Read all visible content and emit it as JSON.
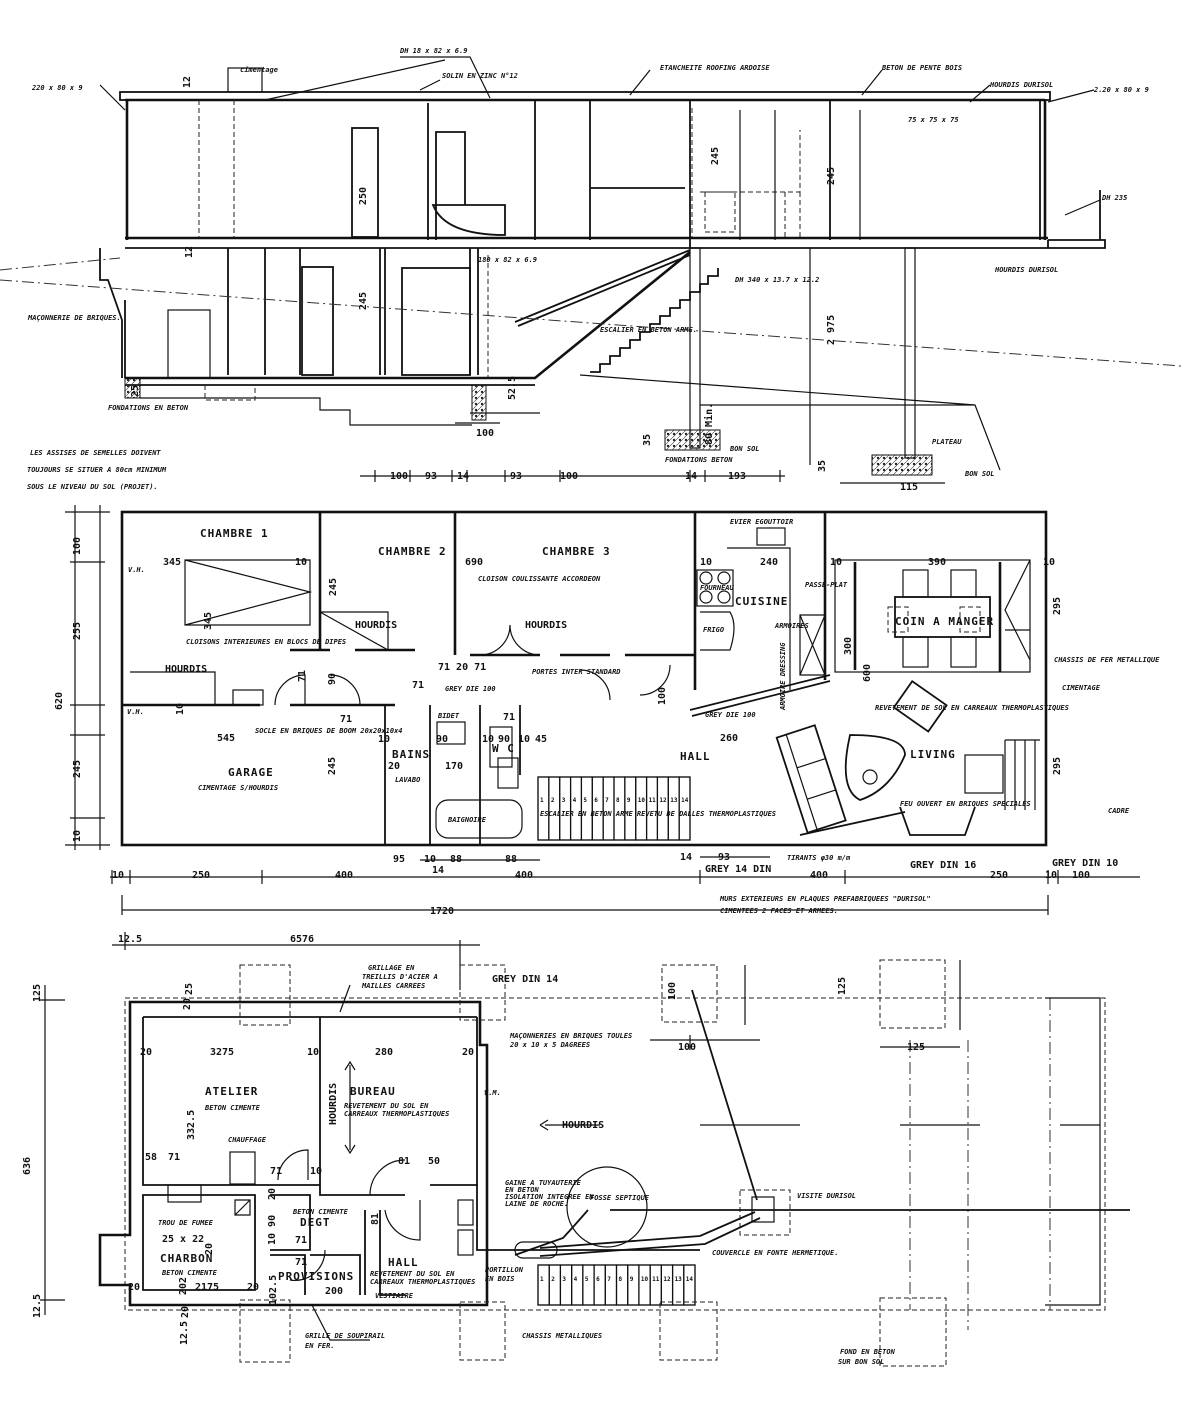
{
  "section": {
    "labels": [
      "220 x 80 x 9",
      "DH 18 x 82 x 6.9",
      "cimentage",
      "SOLIN EN ZINC N°12",
      "ETANCHEITE ROOFING ARDOISE",
      "BETON DE PENTE BOIS",
      "HOURDIS DURISOL",
      "2.20 x 80 x 9",
      "75 x 75 x 75",
      "DH 235",
      "180 x 82 x 6.9",
      "DH 340 x 13.7 x 12.2",
      "HOURDIS DURISOL",
      "MAÇONNERIE DE BRIQUES.",
      "ESCALIER EN BETON ARME.",
      "FONDATIONS EN BETON",
      "FONDATIONS BETON",
      "BON SOL",
      "PLATEAU",
      "BON SOL",
      "80 Min."
    ],
    "dims": [
      "12",
      "12",
      "250",
      "245",
      "245",
      "245",
      "2 975",
      "25",
      "52.5",
      "100",
      "35",
      "35",
      "115"
    ],
    "note": [
      "LES ASSISES DE SEMELLES DOIVENT",
      "TOUJOURS SE SITUER A 80cm MINIMUM",
      "SOUS LE NIVEAU DU SOL (PROJET)."
    ]
  },
  "ground_floor": {
    "rooms": [
      "CHAMBRE 1",
      "CHAMBRE 2",
      "CHAMBRE 3",
      "GARAGE",
      "BAINS",
      "W C",
      "HALL",
      "CUISINE",
      "COIN A MANGER",
      "LIVING"
    ],
    "labels": [
      "CLOISON COULISSANTE ACCORDEON",
      "CLOISONS INTERIEURES EN BLOCS DE DIPES",
      "HOURDIS",
      "HOURDIS",
      "HOURDIS",
      "SOCLE EN BRIQUES DE BOOM 20x20x10x4",
      "CIMENTAGE S/HOURDIS",
      "GREY DIE 100",
      "PORTES INTER STANDARD",
      "BIDET",
      "LAVABO",
      "BAIGNOIRE",
      "ESCALIER EN BETON ARME REVETU DE DALLES THERMOPLASTIQUES",
      "EVIER EGOUTTOIR",
      "FOURNEAU",
      "FRIGO",
      "PASSE-PLAT",
      "ARMOIRES",
      "ARMOIRE DRESSING",
      "GREY DIE 100",
      "REVETEMENT DE SOL EN CARREAUX THERMOPLASTIQUES",
      "CHASSIS DE FER METALLIQUE",
      "CIMENTAGE",
      "FEU OUVERT EN BRIQUES SPECIALES",
      "CADRE",
      "TIRANTS φ30 m/m",
      "GREY 14 DIN",
      "GREY DIN 16",
      "GREY DIN 10",
      "V.H.",
      "V.H."
    ],
    "top_dims": [
      "100",
      "93",
      "14",
      "93",
      "100",
      "14",
      "193"
    ],
    "dims": [
      "345",
      "10",
      "690",
      "345",
      "245",
      "71",
      "90",
      "545",
      "10",
      "245",
      "71",
      "71",
      "71 20 71",
      "71",
      "90",
      "10",
      "20",
      "170",
      "10",
      "90",
      "10",
      "45",
      "260",
      "100",
      "10",
      "240",
      "10",
      "390",
      "10",
      "300",
      "600",
      "295",
      "295",
      "100",
      "255",
      "620",
      "245",
      "10"
    ],
    "inner_bottom_dims": [
      "95",
      "10",
      "88",
      "88",
      "14",
      "14",
      "93"
    ],
    "bottom_dims": [
      "10",
      "250",
      "400",
      "400",
      "400",
      "250",
      "10",
      "100"
    ],
    "total": "1720",
    "note": [
      "MURS EXTERIEURS EN PLAQUES PREFABRIQUEES \"DURISOL\"",
      "CIMENTEES 2 FACES ET ARMEES."
    ],
    "stair_steps": [
      "1",
      "2",
      "3",
      "4",
      "5",
      "6",
      "7",
      "8",
      "9",
      "10",
      "11",
      "12",
      "13",
      "14"
    ]
  },
  "basement": {
    "rooms": [
      "ATELIER",
      "BUREAU",
      "CHARBON",
      "DEGT",
      "PROVISIONS",
      "HALL"
    ],
    "labels": [
      "GRILLAGE EN",
      "TREILLIS D'ACIER A",
      "MAILLES CARREES",
      "GREY DIN 14",
      "MAÇONNERIES EN BRIQUES TOULES",
      "20 x 10 x 5 DAGREES",
      "BETON CIMENTE",
      "REVETEMENT DU SOL EN",
      "CARREAUX THERMOPLASTIQUES",
      "V.M.",
      "HOURDIS",
      "HOURDIS",
      "CHAUFFAGE",
      "TROU DE FUMEE",
      "BETON CIMENTE",
      "BETON CIMENTE",
      "REVETEMENT DU SOL EN",
      "CARREAUX THERMOPLASTIQUES",
      "VESTIAIRE",
      "GRILLE DE SOUPIRAIL",
      "EN FER.",
      "CHASSIS METALLIQUES",
      "GAINE A TUYAUTERIE",
      "EN BETON",
      "ISOLATION INTEGREE EN",
      "LAINE DE ROCHE.",
      "PORTILLON",
      "EN BOIS",
      "FOSSE SEPTIQUE",
      "VISITE DURISOL",
      "COUVERCLE EN FONTE HERMETIQUE.",
      "FOND EN BETON",
      "SUR BON SOL"
    ],
    "dims": [
      "12.5",
      "6576",
      "100",
      "125",
      "125",
      "20",
      "25",
      "20",
      "3275",
      "10",
      "280",
      "20",
      "100",
      "125",
      "332.5",
      "58",
      "71",
      "71",
      "10",
      "81",
      "50",
      "636",
      "25 x 22",
      "20",
      "10 90",
      "71",
      "81",
      "71",
      "20",
      "2175",
      "202",
      "20",
      "200",
      "102.5",
      "12.5",
      "12.5",
      "20",
      "20"
    ],
    "stair_steps": [
      "1",
      "2",
      "3",
      "4",
      "5",
      "6",
      "7",
      "8",
      "9",
      "10",
      "11",
      "12",
      "13",
      "14"
    ]
  }
}
